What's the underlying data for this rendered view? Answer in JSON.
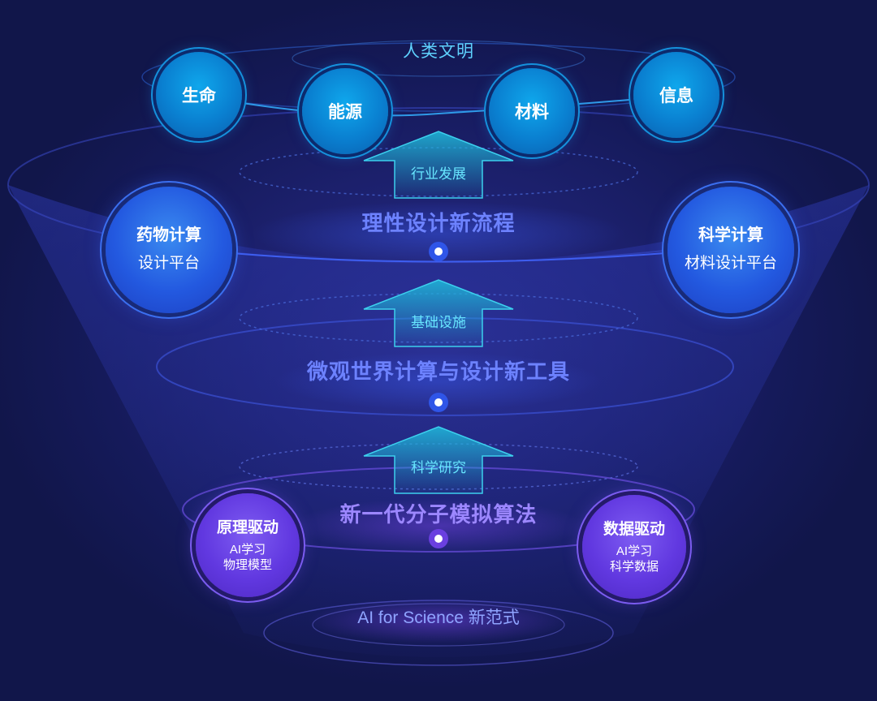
{
  "top_title": "人类文明",
  "top_circles": [
    {
      "label": "生命"
    },
    {
      "label": "能源"
    },
    {
      "label": "材料"
    },
    {
      "label": "信息"
    }
  ],
  "arrows": [
    {
      "label": "行业发展"
    },
    {
      "label": "基础设施"
    },
    {
      "label": "科学研究"
    }
  ],
  "levels": [
    {
      "heading": "理性设计新流程"
    },
    {
      "heading": "微观世界计算与设计新工具"
    },
    {
      "heading": "新一代分子模拟算法"
    }
  ],
  "mid_circles": [
    {
      "line1": "药物计算",
      "line2": "设计平台"
    },
    {
      "line1": "科学计算",
      "line2": "材料设计平台"
    }
  ],
  "bottom_circles": [
    {
      "line1": "原理驱动",
      "line2": "AI学习",
      "line3": "物理模型"
    },
    {
      "line1": "数据驱动",
      "line2": "AI学习",
      "line3": "科学数据"
    }
  ],
  "bottom_title": "AI for Science 新范式",
  "colors": {
    "background": "#151a5a",
    "accent_cyan": "#5fd2ff",
    "accent_blue": "#6d82ff",
    "accent_purple": "#9c87ff"
  }
}
